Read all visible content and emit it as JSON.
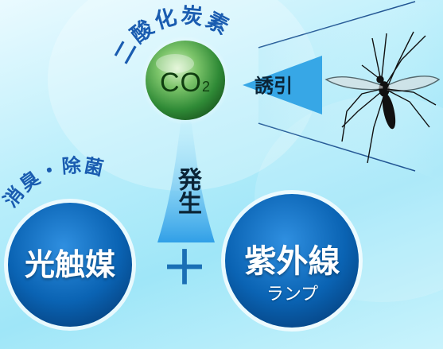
{
  "co2_arc_label": "二酸化炭素",
  "co2": {
    "main": "CO",
    "sub": "2"
  },
  "generate_label": "発生",
  "induce_label": "誘引",
  "deodor_arc_label": "消臭・除菌",
  "photocatalyst_label": "光触媒",
  "plus_label": "＋",
  "uv": {
    "title": "紫外線",
    "sub": "ランプ"
  },
  "colors": {
    "green_sphere": "#3f9a3f",
    "blue_circle": "#0a65b5",
    "beam": "#3aa7e8",
    "arc_text": "#1a5cb0"
  }
}
